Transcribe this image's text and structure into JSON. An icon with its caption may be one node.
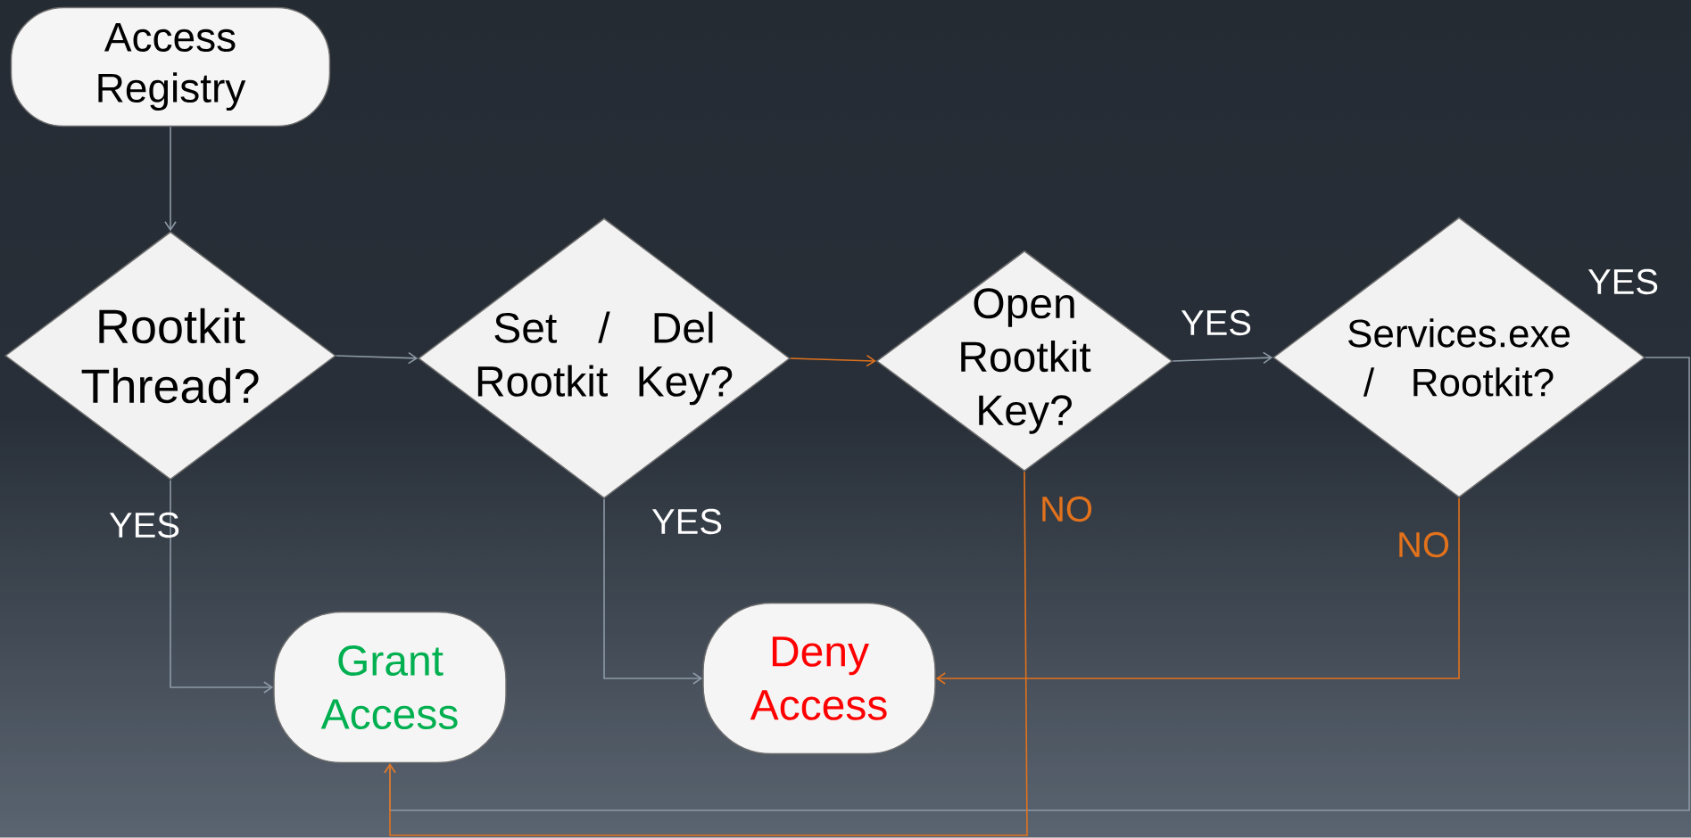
{
  "diagram": {
    "nodes": [
      {
        "text": [
          "Access Registry"
        ]
      },
      {
        "text": [
          "Rootkit Thread?"
        ]
      },
      {
        "text": [
          "Set / Del Rootkit Key?"
        ]
      },
      {
        "text": [
          "Open Rootkit Key?"
        ]
      },
      {
        "text": [
          "Services.exe / Rootkit?"
        ]
      },
      {
        "text": [
          "Grant Access"
        ]
      },
      {
        "text": [
          "Deny Access"
        ]
      }
    ],
    "edges": [
      {
        "from": 0,
        "to": 1,
        "arrow": "to"
      },
      {
        "from": 1,
        "to": 2,
        "arrow": "to"
      },
      {
        "from": 2,
        "to": 3,
        "arrow": "to",
        "color": "#e2721c"
      },
      {
        "from": 3,
        "to": 4,
        "arrow": "to",
        "label": "YES"
      },
      {
        "from": 4,
        "to": 5,
        "arrow": "to",
        "label": "YES"
      },
      {
        "from": 1,
        "to": 5,
        "arrow": "to",
        "label": "YES"
      },
      {
        "from": 2,
        "to": 6,
        "arrow": "to",
        "label": "YES"
      },
      {
        "from": 3,
        "to": 5,
        "arrow": "to",
        "label": "NO",
        "color": "#e2721c"
      },
      {
        "from": 4,
        "to": 6,
        "arrow": "to",
        "label": "NO",
        "color": "#e2721c"
      }
    ]
  }
}
